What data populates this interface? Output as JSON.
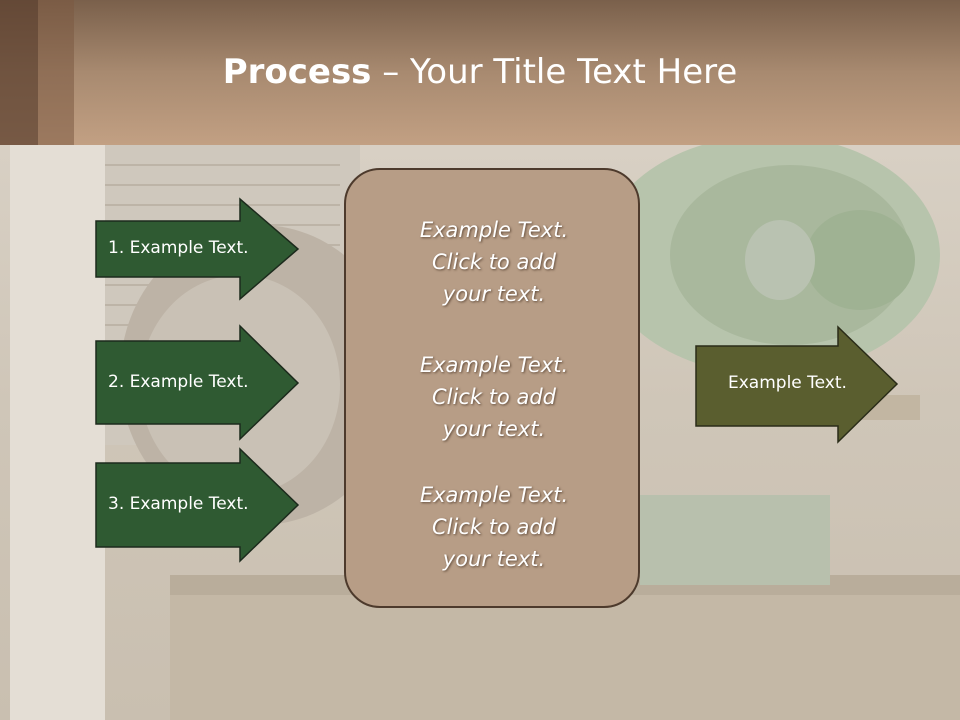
{
  "title": {
    "bold": "Process",
    "rest": " – Your Title Text Here"
  },
  "left_steps": [
    {
      "label": "1. Example Text."
    },
    {
      "label": "2. Example Text."
    },
    {
      "label": "3. Example Text."
    }
  ],
  "center_blocks": [
    {
      "line1": "Example Text.",
      "line2": "Click  to add",
      "line3": "your text."
    },
    {
      "line1": "Example Text.",
      "line2": "Click  to add",
      "line3": "your text."
    },
    {
      "line1": "Example Text.",
      "line2": "Click  to add",
      "line3": "your text."
    }
  ],
  "result": {
    "label": "Example Text."
  },
  "colors": {
    "header": "#a88a70",
    "step_arrow": "#2f5a32",
    "result_arrow": "#5a5e2f",
    "center_box": "#b79d86"
  }
}
